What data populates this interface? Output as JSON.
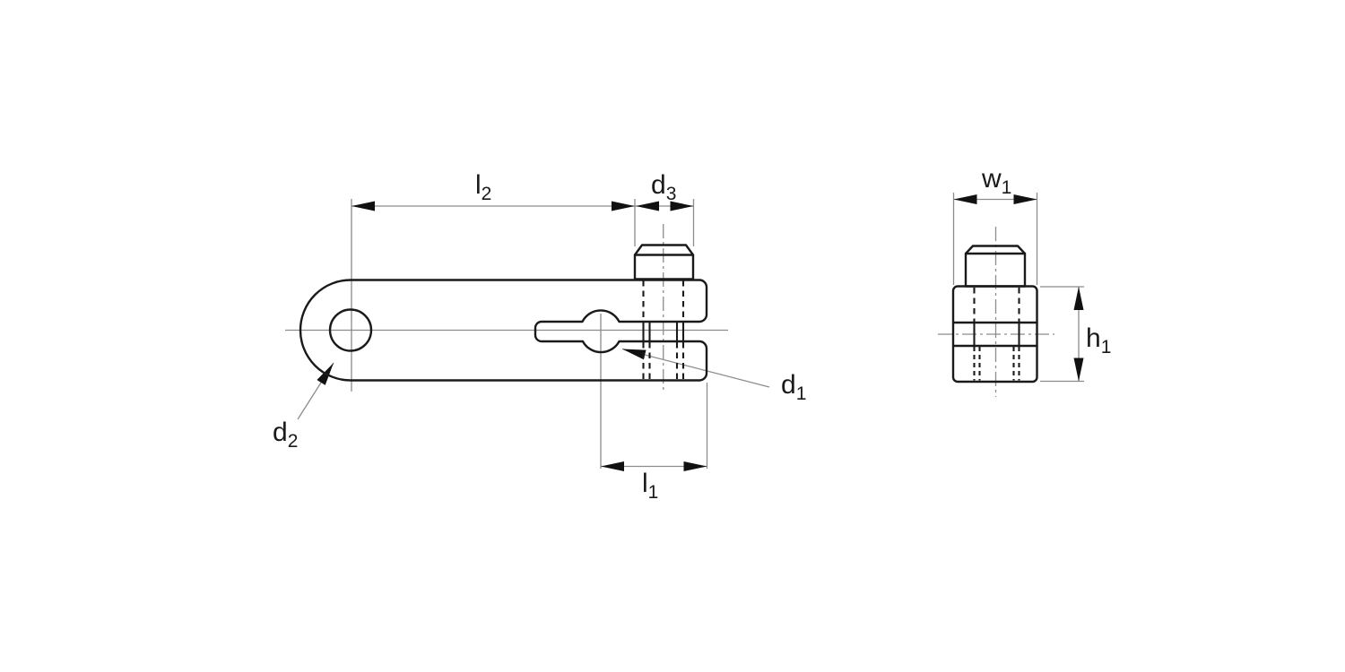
{
  "drawing": {
    "labels": {
      "l2": {
        "base": "l",
        "sub": "2"
      },
      "d3": {
        "base": "d",
        "sub": "3"
      },
      "d1": {
        "base": "d",
        "sub": "1"
      },
      "d2": {
        "base": "d",
        "sub": "2"
      },
      "l1": {
        "base": "l",
        "sub": "1"
      },
      "w1": {
        "base": "w",
        "sub": "1"
      },
      "h1": {
        "base": "h",
        "sub": "1"
      }
    },
    "colors": {
      "background": "#ffffff",
      "outline": "#1a1a1a",
      "thin": "#8c8c8c",
      "arrow": "#111111",
      "text": "#1a1a1a"
    }
  }
}
